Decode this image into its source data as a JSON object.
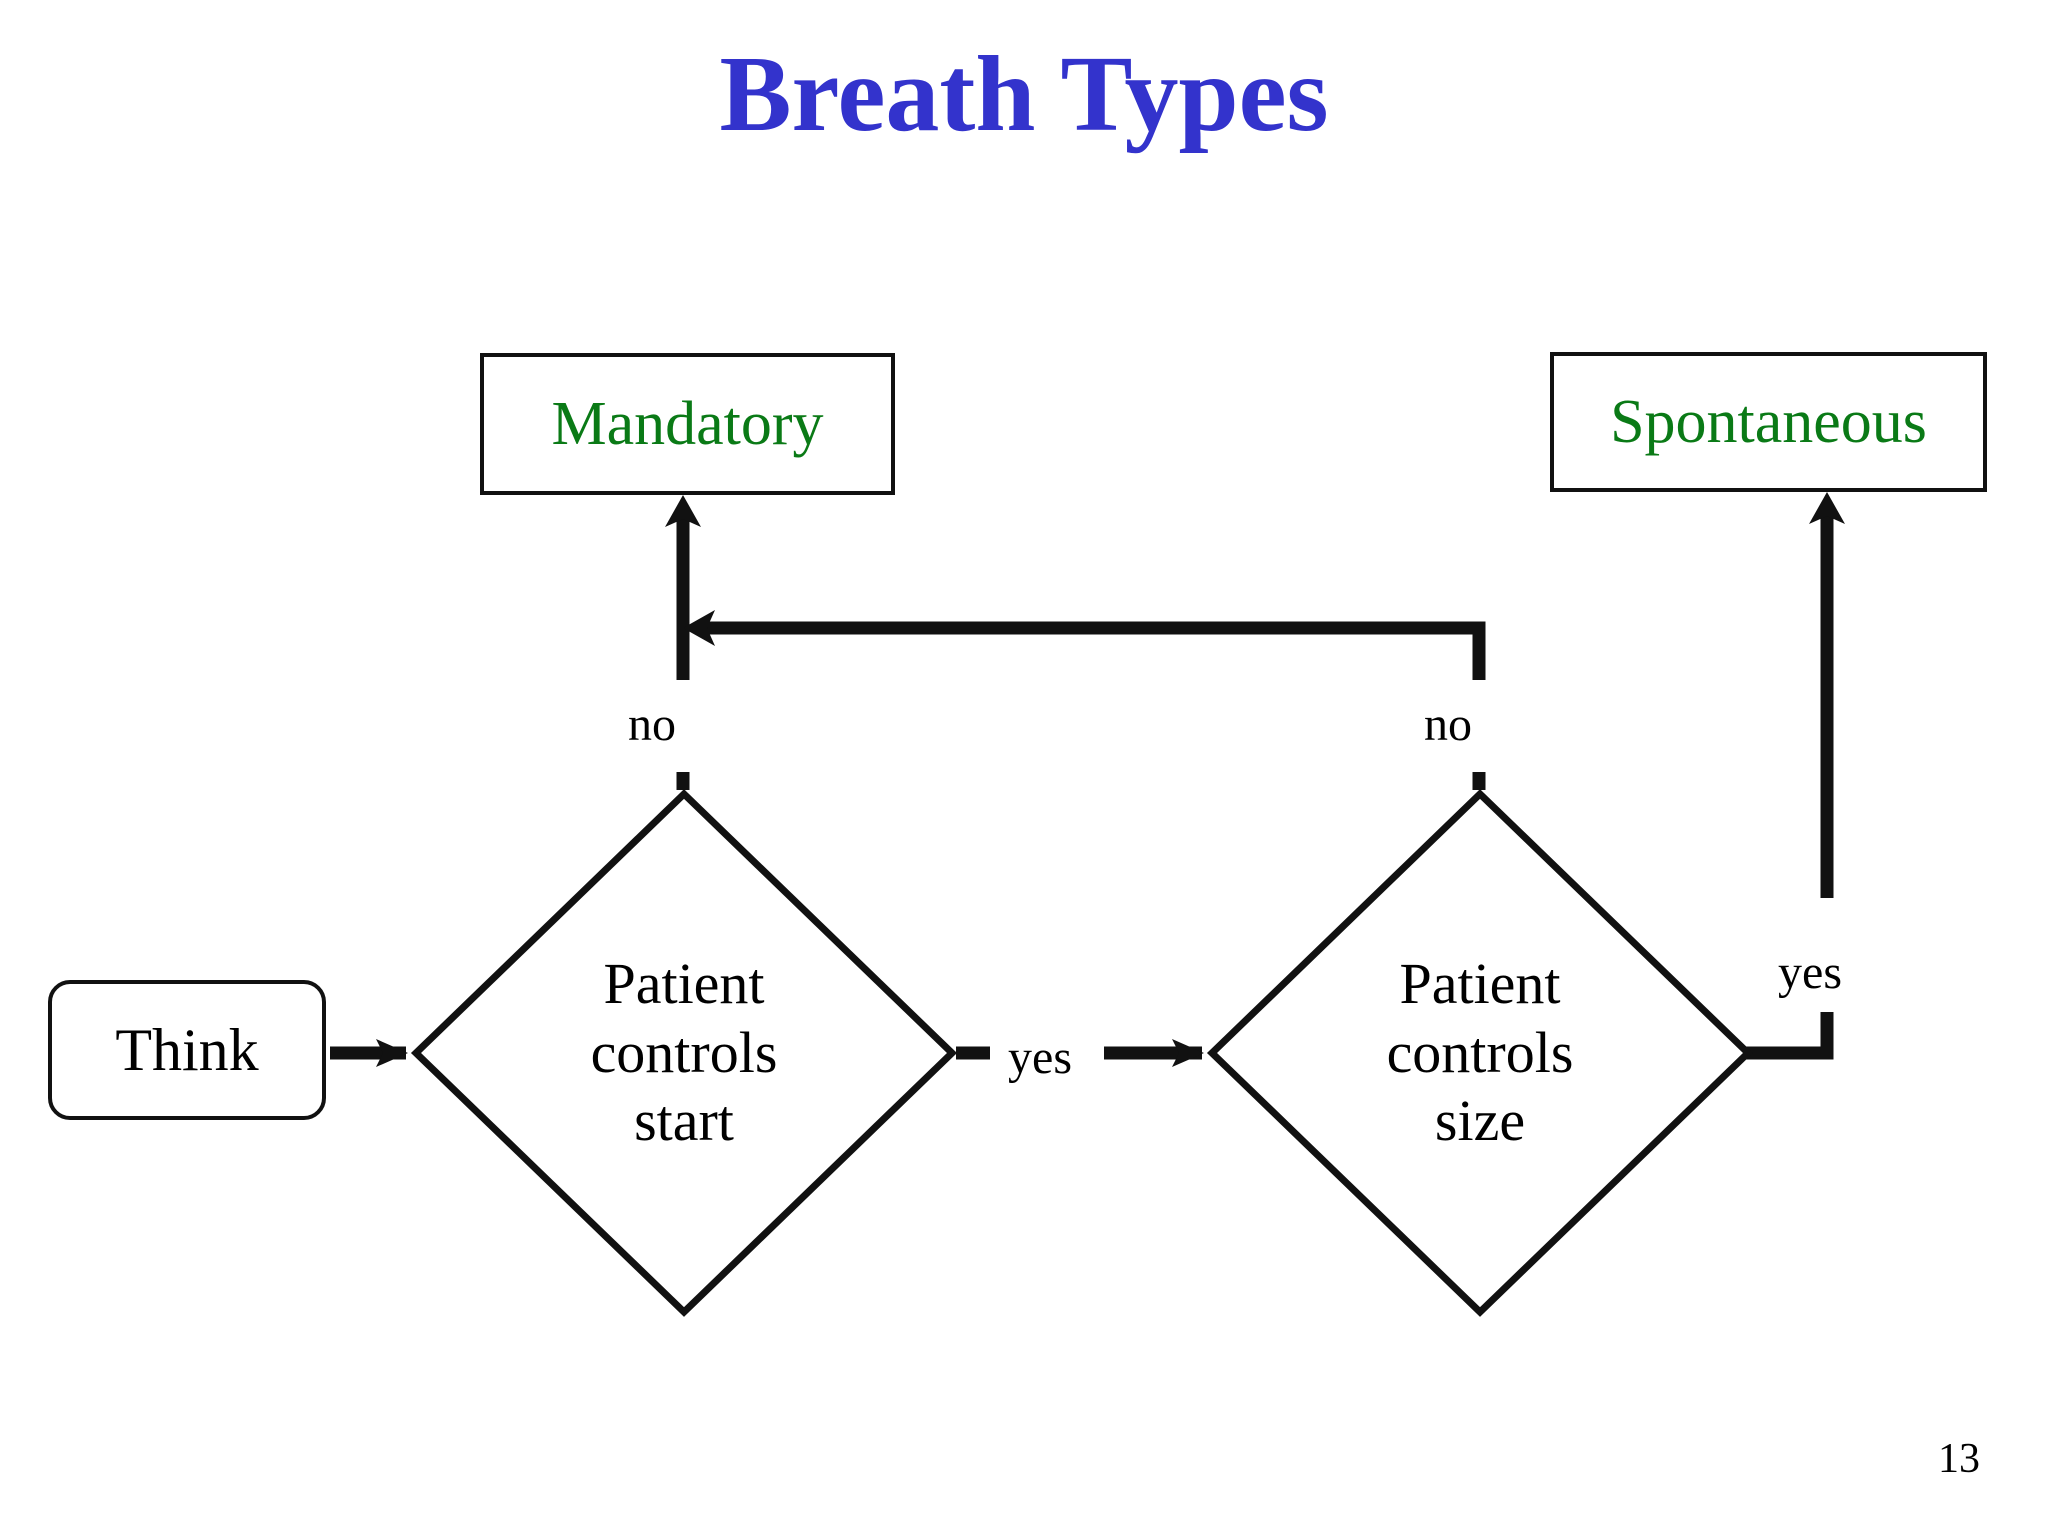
{
  "slide": {
    "title": "Breath Types",
    "title_color": "#3333cc",
    "page_number": "13",
    "background": "#ffffff"
  },
  "nodes": {
    "start": {
      "label": "Think",
      "shape": "rounded-rectangle",
      "text_color": "#000000"
    },
    "decision_start": {
      "shape": "diamond",
      "lines": [
        "Patient",
        "controls",
        "start"
      ]
    },
    "decision_size": {
      "shape": "diamond",
      "lines": [
        "Patient",
        "controls",
        "size"
      ]
    },
    "outcome_mandatory": {
      "label": "Mandatory",
      "shape": "rectangle",
      "text_color": "#0a7a16"
    },
    "outcome_spontaneous": {
      "label": "Spontaneous",
      "shape": "rectangle",
      "text_color": "#0a7a16"
    }
  },
  "edges": {
    "start_to_decision_start": {
      "label": ""
    },
    "decision_start_no": {
      "label": "no"
    },
    "decision_start_yes": {
      "label": "yes"
    },
    "decision_size_no": {
      "label": "no"
    },
    "decision_size_yes": {
      "label": "yes"
    }
  }
}
